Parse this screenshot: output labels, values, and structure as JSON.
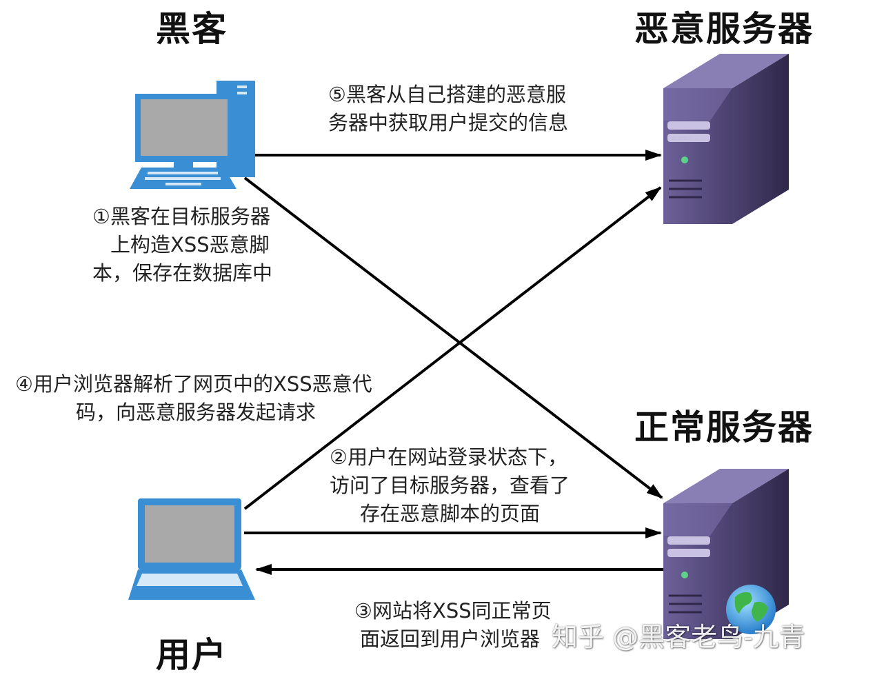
{
  "titles": {
    "hacker": "黑客",
    "malicious_server": "恶意服务器",
    "normal_server": "正常服务器",
    "user": "用户"
  },
  "steps": {
    "step1": [
      "①黑客在目标服务器",
      "上构造XSS恶意脚",
      "本，保存在数据库中"
    ],
    "step2": [
      "②用户在网站登录状态下，",
      "访问了目标服务器，查看了",
      "存在恶意脚本的页面"
    ],
    "step3": [
      "③网站将XSS同正常页",
      "面返回到用户浏览器"
    ],
    "step4": [
      "④用户浏览器解析了网页中的XSS恶意代",
      "码，向恶意服务器发起请求"
    ],
    "step5": [
      "⑤黑客从自己搭建的恶意服",
      "务器中获取用户提交的信息"
    ]
  },
  "watermark": "知乎 @黑客老鸟-九青",
  "colors": {
    "computer_blue": "#3a8fd4",
    "screen_gray": "#a9a9a9",
    "server_purple": "#5c5185",
    "arrow_black": "#000000"
  },
  "icons": {
    "hacker": "desktop-computer-icon",
    "user": "laptop-icon",
    "malicious_server": "server-tower-icon",
    "normal_server": "server-tower-icon",
    "globe": "globe-icon"
  }
}
